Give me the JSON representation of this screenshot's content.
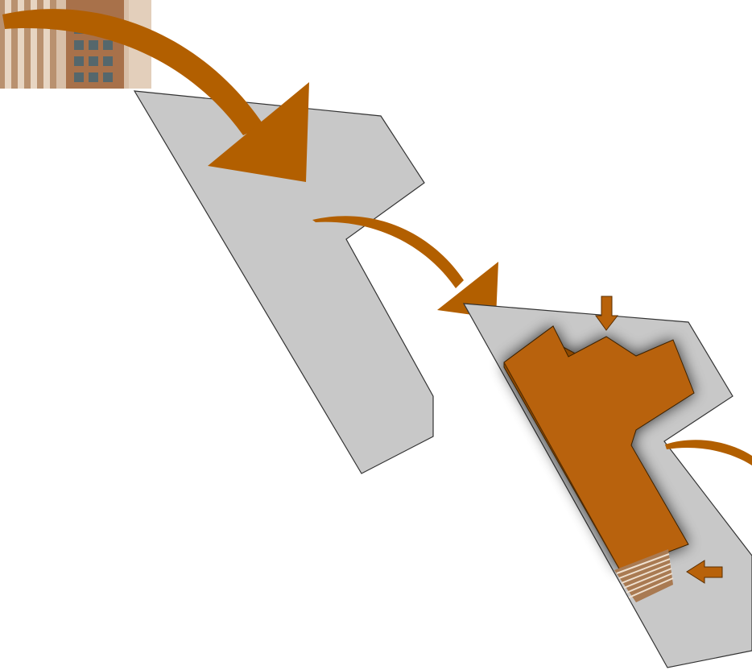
{
  "diagram": {
    "steps": [
      "building-photo",
      "site-outline",
      "massing-model"
    ],
    "colors": {
      "background": "#ffffff",
      "arrow": "#b25f00",
      "arrow_dark": "#8a4a00",
      "site_fill": "#c8c8c8",
      "site_stroke": "#333333",
      "mass_top": "#b8620a",
      "mass_side": "#8f4a06",
      "photo_facade": "#c9a98e",
      "photo_window": "#5a6e73",
      "steps_fill": "#a97a52"
    }
  }
}
